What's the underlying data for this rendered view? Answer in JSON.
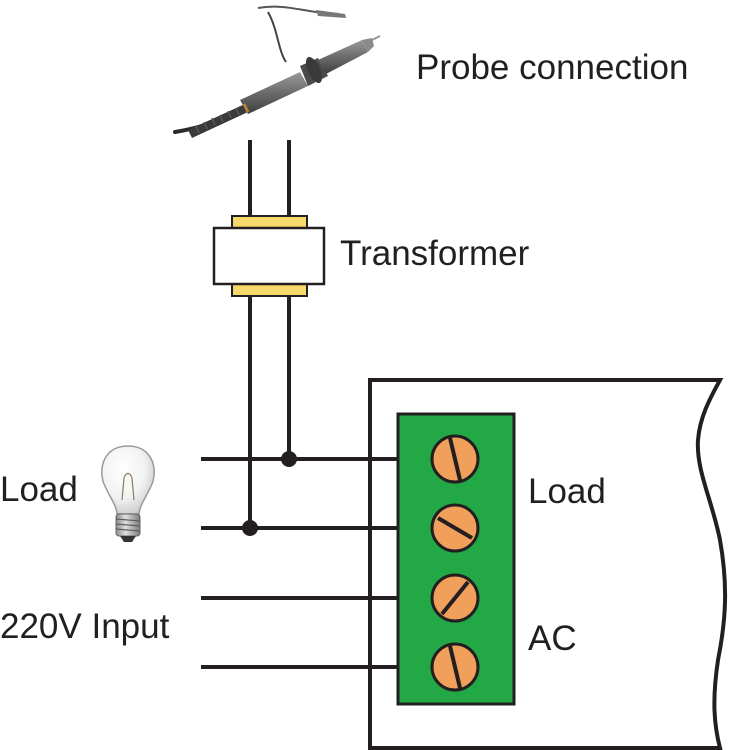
{
  "labels": {
    "probe": "Probe connection",
    "transformer": "Transformer",
    "load_left": "Load",
    "input": "220V Input",
    "load_terminal": "Load",
    "ac_terminal": "AC"
  },
  "colors": {
    "wire": "#231f20",
    "terminal_block": "#22a845",
    "screw": "#f0a05a",
    "transformer_band": "#f5d96b",
    "probe_body": "#6b6b6b"
  },
  "icons": {
    "probe": "oscilloscope-probe-icon",
    "bulb": "light-bulb-icon",
    "screw": "screw-terminal-icon"
  }
}
